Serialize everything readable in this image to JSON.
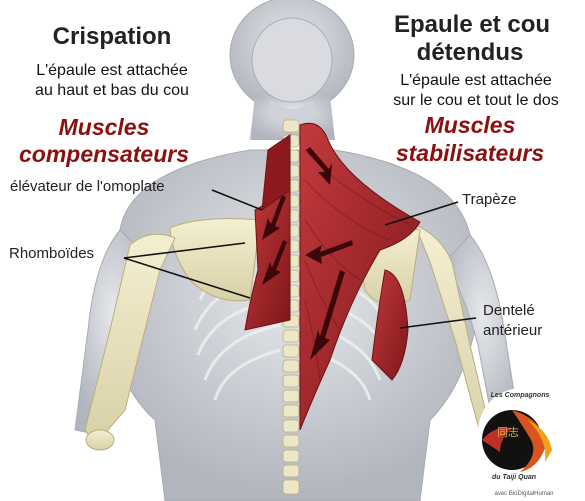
{
  "left_panel": {
    "title": "Crispation",
    "subtitle_line1": "L'épaule est attachée",
    "subtitle_line2": "au haut et bas du cou",
    "muscles_line1": "Muscles",
    "muscles_line2": "compensateurs"
  },
  "right_panel": {
    "title_line1": "Epaule et cou",
    "title_line2": "détendus",
    "subtitle_line1": "L'épaule est attachée",
    "subtitle_line2": "sur le cou et tout le dos",
    "muscles_line1": "Muscles",
    "muscles_line2": "stabilisateurs"
  },
  "labels": {
    "levator": "élévateur de l'omoplate",
    "rhomboids": "Rhomboïdes",
    "trapezius": "Trapèze",
    "serratus_line1": "Dentelé",
    "serratus_line2": "antérieur"
  },
  "logo": {
    "top_text": "Les Compagnons",
    "bottom_text": "du Taiji Quan",
    "glyph": "同志",
    "credit": "avec BioDigitalHuman"
  },
  "colors": {
    "muscle": "#a3262b",
    "muscle_dark": "#7a1518",
    "bone": "#ece6c2",
    "body": "#c9ccd4",
    "title_red": "#8b1010"
  }
}
